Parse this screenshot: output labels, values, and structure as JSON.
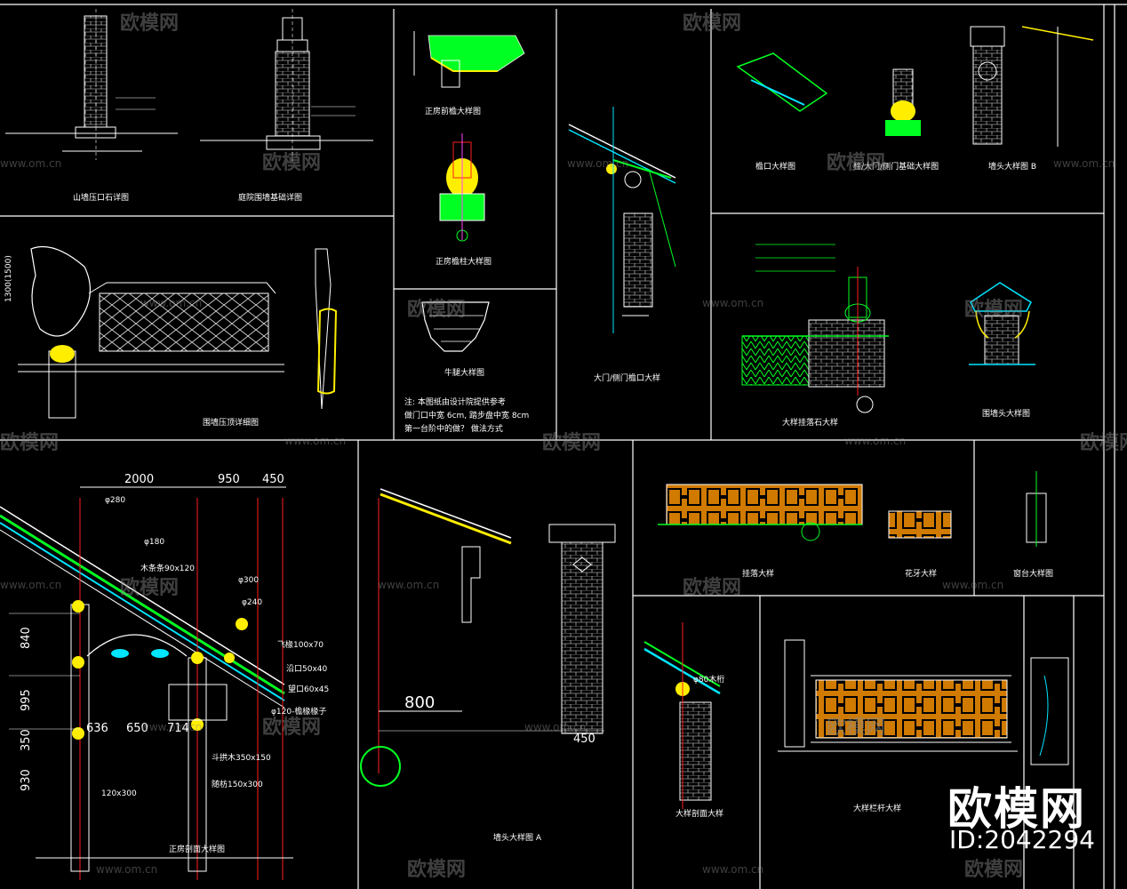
{
  "brand": {
    "name": "欧模网",
    "id": "ID:2042294"
  },
  "watermark": {
    "name": "欧模网",
    "url": "www.om.cn"
  },
  "colors": {
    "line": "#ffffff",
    "green": "#00ff22",
    "yellow": "#ffee00",
    "cyan": "#00e5ff",
    "red": "#ff1e1e",
    "orange": "#ff8a1a",
    "magenta": "#ff44ff",
    "wm": "#8c8c8c"
  },
  "dims": {
    "d2000": "2000",
    "d950": "950",
    "d450a": "450",
    "p280": "φ280",
    "p180": "φ180",
    "p300": "φ300",
    "p240": "φ240",
    "beam": "木条条90x120",
    "fb": "飞椽100x70",
    "y50": "沿口50x40",
    "l60": "望口60x45",
    "p120": "φ120-檐椽椽子",
    "d636": "636",
    "d650": "650",
    "d714": "714",
    "d840": "840",
    "d995": "995",
    "d350": "350",
    "d930": "930",
    "n350": "斗拱木350x150",
    "n150": "随枋150x300",
    "n120": "120x300",
    "d800": "800",
    "d450b": "450",
    "h1300": "1300(1500)",
    "t80": "φ80木桁"
  },
  "note": {
    "line1": "注:  本图纸由设计院提供参考",
    "line2": "做门口中宽 6cm, 踏步盘中宽 8cm",
    "line3": "第一台阶中的做？ 做法方式"
  },
  "captions": [
    "山墙压口石详图",
    "庭院围墙基础详图",
    "正房前檐大样图",
    "正房檐柱大样图",
    "牛腿大样图",
    "大门/侧门檐口大样",
    "檐口大样图",
    "柱/大门/侧门基础大样图",
    "墙头大样图 B",
    "围墙压顶详细图",
    "大样挂落石大样",
    "围墙头大样图",
    "正房剖面大样图",
    "墙头大样图 A",
    "挂落大样",
    "花牙大样",
    "窗台大样图",
    "大样剖面大样",
    "大样栏杆大样"
  ]
}
